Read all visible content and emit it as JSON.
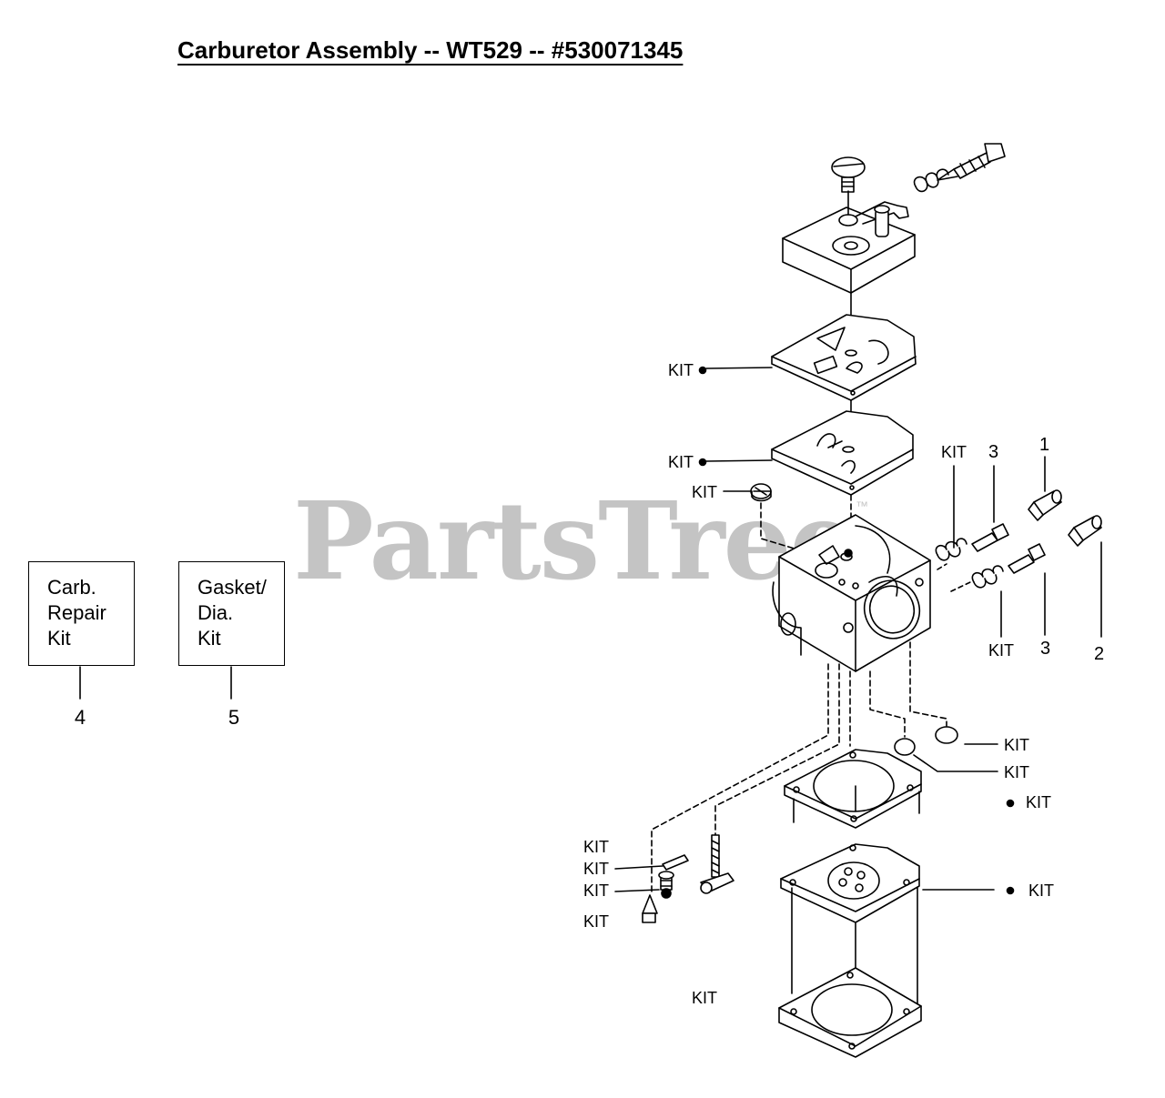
{
  "title": "Carburetor Assembly -- WT529 -- #530071345",
  "watermark": "PartsTree",
  "watermark_tm": "™",
  "kit_boxes": [
    {
      "lines": [
        "Carb.",
        "Repair",
        "Kit"
      ],
      "ref": "4"
    },
    {
      "lines": [
        "Gasket/",
        "Dia.",
        "Kit"
      ],
      "ref": "5"
    }
  ],
  "callouts": {
    "kit_cover_gasket": "KIT",
    "kit_pump_diaphragm": "KIT",
    "kit_filter_screen": "KIT",
    "kit_idle_spring": "KIT",
    "ref_1": "1",
    "ref_2": "2",
    "ref_3_top": "3",
    "ref_3_bottom": "3",
    "kit_main_spring": "KIT",
    "kit_welch_plug_small": "KIT",
    "kit_welch_plug_large": "KIT",
    "kit_metering_gasket": "KIT",
    "kit_pin": "KIT",
    "kit_spring": "KIT",
    "kit_screw": "KIT",
    "kit_needle": "KIT",
    "kit_metering_diaphragm": "KIT",
    "kit_bottom_gasket": "KIT"
  },
  "colors": {
    "line": "#000000",
    "watermark": "#c4c4c4"
  }
}
